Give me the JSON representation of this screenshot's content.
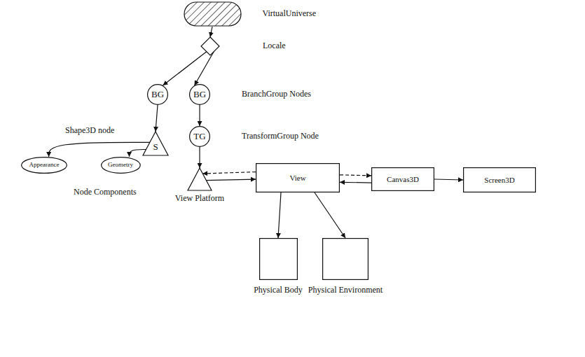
{
  "diagram": {
    "nodes": [
      {
        "text": [
          "VirtualUniverse"
        ]
      },
      {
        "text": [
          "Locale"
        ]
      },
      {
        "text": [
          "BG"
        ]
      },
      {
        "text": [
          "BG"
        ]
      },
      {
        "text": [
          "S"
        ]
      },
      {
        "text": [
          "Appearance"
        ]
      },
      {
        "text": [
          "Geometry"
        ]
      },
      {
        "text": [
          "TG"
        ]
      },
      {
        "text": [
          "View Platform"
        ]
      },
      {
        "text": [
          "View"
        ]
      },
      {
        "text": [
          "Canvas3D"
        ]
      },
      {
        "text": [
          "Screen3D"
        ]
      },
      {
        "text": [
          "Physical Body"
        ]
      },
      {
        "text": [
          "Physical Environment"
        ]
      }
    ],
    "edges": [
      {
        "from": 0,
        "to": 1,
        "arrow": "to"
      },
      {
        "from": 1,
        "to": 2,
        "arrow": "to"
      },
      {
        "from": 1,
        "to": 3,
        "arrow": "to"
      },
      {
        "from": 2,
        "to": 4,
        "arrow": "to"
      },
      {
        "from": 3,
        "to": 7,
        "arrow": "to"
      },
      {
        "from": 7,
        "to": 8,
        "arrow": "to"
      },
      {
        "from": 4,
        "to": 5,
        "arrow": "to"
      },
      {
        "from": 4,
        "to": 6,
        "arrow": "to"
      },
      {
        "from": 9,
        "to": 8,
        "arrow": "to"
      },
      {
        "from": 8,
        "to": 9,
        "arrow": "to"
      },
      {
        "from": 9,
        "to": 10,
        "arrow": "to"
      },
      {
        "from": 10,
        "to": 9,
        "arrow": "to"
      },
      {
        "from": 10,
        "to": 11,
        "arrow": "to"
      },
      {
        "from": 9,
        "to": 12,
        "arrow": "to"
      },
      {
        "from": 9,
        "to": 13,
        "arrow": "to"
      }
    ],
    "labels": [
      "BranchGroup Nodes",
      "Shape3D node",
      "TransformGroup Node",
      "Node Components"
    ]
  }
}
